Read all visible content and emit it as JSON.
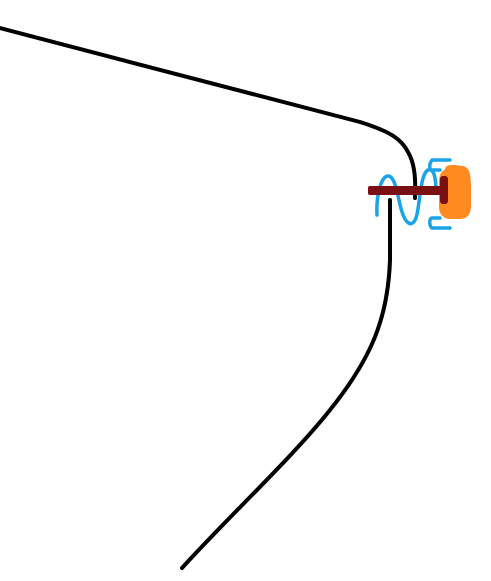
{
  "drawing": {
    "background_color": "#ffffff",
    "colors": {
      "outline": "#000000",
      "spring": "#1aa3e8",
      "rod": "#7a0f14",
      "knob": "#ff8a1f"
    },
    "parts": [
      "curved-outline",
      "coil-spring",
      "spring-bracket",
      "rod",
      "knob"
    ]
  }
}
